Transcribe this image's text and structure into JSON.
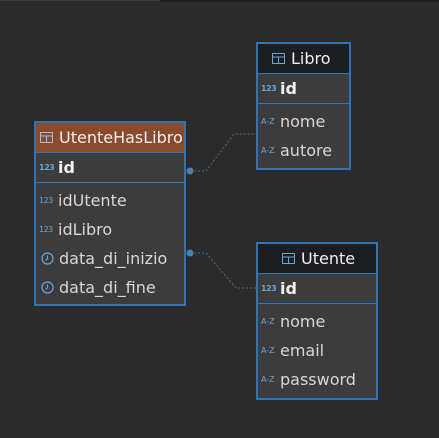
{
  "entities": {
    "libro": {
      "title": "Libro",
      "pk": {
        "name": "id",
        "type_icon": "123"
      },
      "fields": [
        {
          "name": "nome",
          "type_icon": "A-Z"
        },
        {
          "name": "autore",
          "type_icon": "A-Z"
        }
      ]
    },
    "utente_has_libro": {
      "title": "UtenteHasLibro",
      "pk": {
        "name": "id",
        "type_icon": "123"
      },
      "fields": [
        {
          "name": "idUtente",
          "type_icon": "123"
        },
        {
          "name": "idLibro",
          "type_icon": "123"
        },
        {
          "name": "data_di_inizio",
          "type_icon": "clock"
        },
        {
          "name": "data_di_fine",
          "type_icon": "clock"
        }
      ]
    },
    "utente": {
      "title": "Utente",
      "pk": {
        "name": "id",
        "type_icon": "123"
      },
      "fields": [
        {
          "name": "nome",
          "type_icon": "A-Z"
        },
        {
          "name": "email",
          "type_icon": "A-Z"
        },
        {
          "name": "password",
          "type_icon": "A-Z"
        }
      ]
    }
  },
  "colors": {
    "background": "#2b2b2b",
    "border": "#2f75b5",
    "body": "#3c3c3c",
    "header_dark": "#1c1e22",
    "header_selected": "#8a4b2d",
    "icon": "#6fa3d6",
    "link": "#3f6f9a"
  }
}
